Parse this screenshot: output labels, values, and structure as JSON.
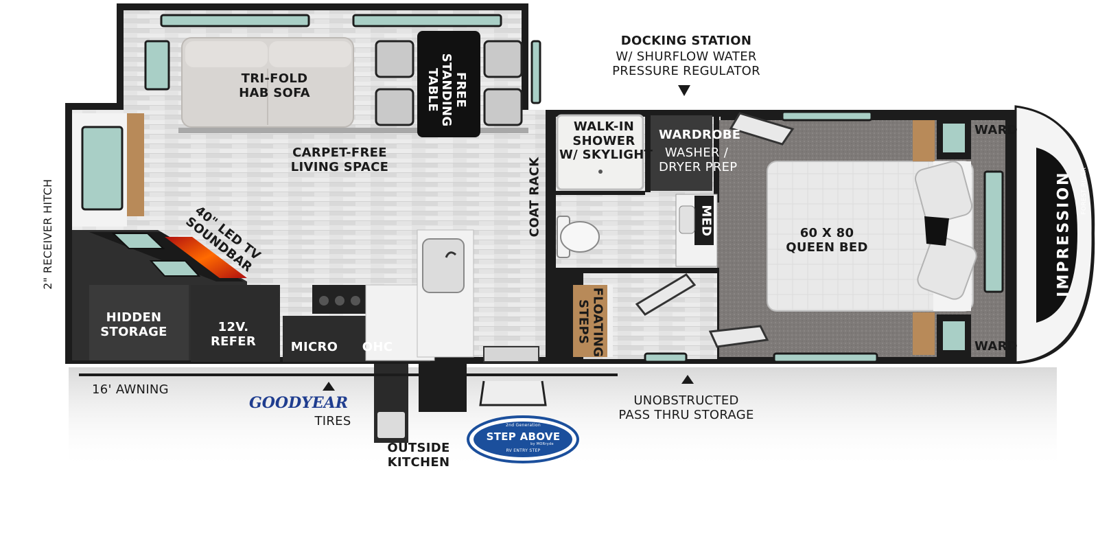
{
  "labels": {
    "sofa": [
      "TRI-FOLD",
      "HAB SOFA"
    ],
    "table": [
      "FREE",
      "STANDING",
      "TABLE"
    ],
    "living": [
      "CARPET-FREE",
      "LIVING SPACE"
    ],
    "coat_rack": "COAT RACK",
    "shower": [
      "WALK-IN",
      "SHOWER",
      "W/ SKYLIGHT"
    ],
    "wardrobe": "WARDROBE",
    "washer": [
      "WASHER /",
      "DRYER PREP"
    ],
    "ward_top": "WARD",
    "ward_bottom": "WARD",
    "med": "MED",
    "bed": [
      "60 X 80",
      "QUEEN BED"
    ],
    "docking_title": "DOCKING STATION",
    "docking_lines": [
      "W/ SHURFLOW WATER",
      "PRESSURE REGULATOR"
    ],
    "tv": [
      "40\" LED TV",
      "SOUNDBAR"
    ],
    "receiver_hitch": "2\" RECEIVER HITCH",
    "hidden_storage": [
      "HIDDEN",
      "STORAGE"
    ],
    "refer": [
      "12V.",
      "REFER"
    ],
    "micro": "MICRO",
    "ohc": "OHC",
    "floating_steps": [
      "FLOATING",
      "STEPS"
    ],
    "awning": "16' AWNING",
    "tires": "TIRES",
    "outside_kitchen": [
      "OUTSIDE",
      "KITCHEN"
    ],
    "pass_thru": [
      "UNOBSTRUCTED",
      "PASS THRU STORAGE"
    ],
    "brand_main": "IMPRESSION",
    "brand_sub": "FOREST RIVER"
  },
  "logos": {
    "goodyear": "GOODYEAR",
    "step_above": "STEP ABOVE",
    "step_above_top": "2nd Generation",
    "step_above_bottom": "RV ENTRY STEP",
    "step_above_by": "by MORryde"
  },
  "colors": {
    "wall": "#1c1c1c",
    "floor": "#e6e6e6",
    "carpet": "#7d7876",
    "cabinet": "#2f2f2f",
    "wood": "#b88a59",
    "window": "#a9cfc6",
    "goodyear_blue": "#1f3d8f",
    "step_above_blue": "#1b4f9c"
  }
}
